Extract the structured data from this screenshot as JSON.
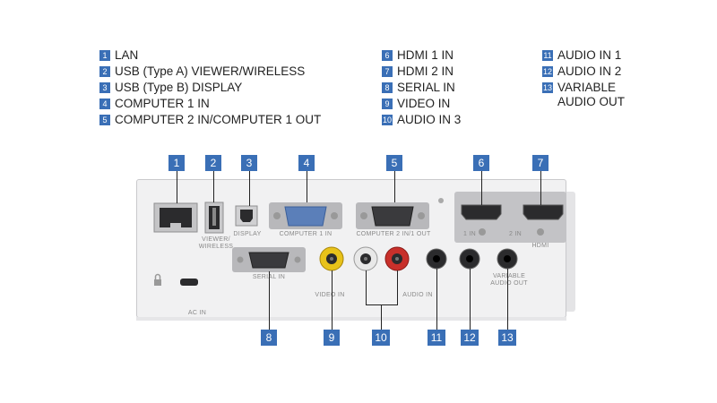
{
  "legend": {
    "col1": [
      {
        "num": "1",
        "label": "LAN"
      },
      {
        "num": "2",
        "label": "USB (Type A) VIEWER/WIRELESS"
      },
      {
        "num": "3",
        "label": "USB (Type B) DISPLAY"
      },
      {
        "num": "4",
        "label": "COMPUTER 1 IN"
      },
      {
        "num": "5",
        "label": "COMPUTER 2 IN/COMPUTER 1 OUT"
      }
    ],
    "col2": [
      {
        "num": "6",
        "label": "HDMI 1 IN"
      },
      {
        "num": "7",
        "label": "HDMI 2 IN"
      },
      {
        "num": "8",
        "label": "SERIAL IN"
      },
      {
        "num": "9",
        "label": "VIDEO IN"
      },
      {
        "num": "10",
        "label": "AUDIO IN 3"
      }
    ],
    "col3": [
      {
        "num": "11",
        "label": "AUDIO IN 1"
      },
      {
        "num": "12",
        "label": "AUDIO IN 2"
      },
      {
        "num": "13",
        "label": "VARIABLE\nAUDIO OUT"
      }
    ]
  },
  "panel_labels": {
    "viewer": "VIEWER/\nWIRELESS",
    "display": "DISPLAY",
    "computer1": "COMPUTER 1 IN",
    "computer2": "COMPUTER 2 IN/1 OUT",
    "hdmi1": "1 IN",
    "hdmi2": "2 IN",
    "hdmi": "HDMI",
    "serial": "SERIAL IN",
    "video": "VIDEO IN",
    "audio": "AUDIO IN",
    "variable": "VARIABLE\nAUDIO OUT",
    "acin": "AC IN"
  },
  "colors": {
    "callout": "#3a6fb6",
    "vga_blue": "#5b7fb9",
    "rca_yellow": "#e8c21a",
    "rca_red": "#c8302b",
    "rca_white": "#e8e8e8"
  }
}
